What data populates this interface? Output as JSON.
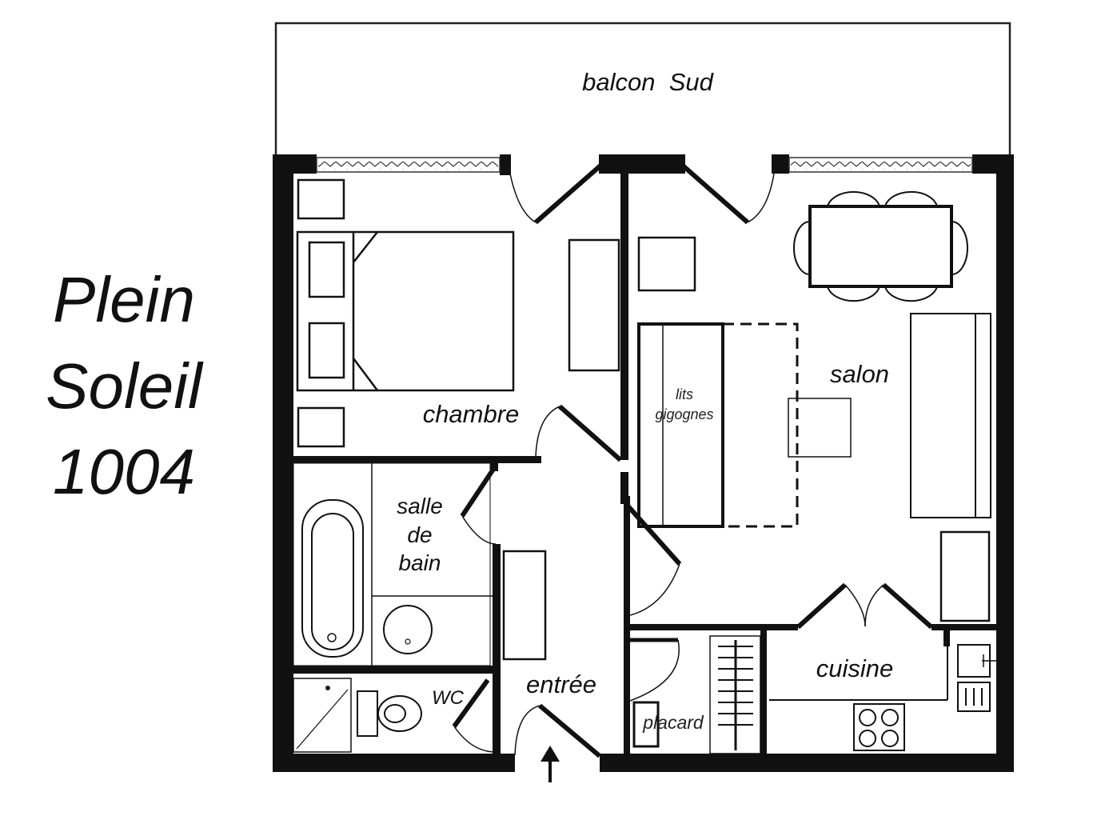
{
  "title": {
    "line1": "Plein",
    "line2": "Soleil",
    "line3": "1004"
  },
  "rooms": {
    "balcon": "balcon  Sud",
    "chambre": "chambre",
    "salon": "salon",
    "lits_line1": "lits",
    "lits_line2": "gigognes",
    "salle_line1": "salle",
    "salle_line2": "de",
    "salle_line3": "bain",
    "wc": "WC",
    "entree": "entrée",
    "placard": "placard",
    "cuisine": "cuisine"
  },
  "colors": {
    "wall": "#111111",
    "line": "#222222",
    "background": "#ffffff"
  }
}
